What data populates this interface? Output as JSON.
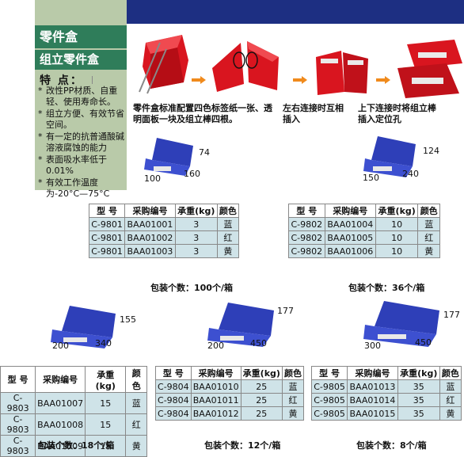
{
  "header": {
    "title": "零件盒",
    "subtitle": "组立零件盒"
  },
  "features": {
    "title": "特  点：",
    "items": [
      "改性PP材质、自重轻、使用寿命长。",
      "组立方便、有效节省空间。",
      "有一定的抗普通酸碱溶液腐蚀的能力",
      "表面吸水率低于0.01%",
      "有效工作温度为-20°C—75°C"
    ]
  },
  "assembly": {
    "caption1": "零件盒标准配置四色标签纸一张、透明面板一块及组立棒四根。",
    "caption2": "左右连接时互相插入",
    "caption3": "上下连接时将组立棒插入定位孔"
  },
  "table_header": {
    "model": "型  号",
    "code": "采购编号",
    "load": "承重(kg)",
    "color": "颜色"
  },
  "products": [
    {
      "dims": [
        "74",
        "100",
        "160"
      ],
      "rows": [
        [
          "C-9801",
          "BAA01001",
          "3",
          "蓝"
        ],
        [
          "C-9801",
          "BAA01002",
          "3",
          "红"
        ],
        [
          "C-9801",
          "BAA01003",
          "3",
          "黄"
        ]
      ],
      "pack": "包装个数：100个/箱"
    },
    {
      "dims": [
        "124",
        "150",
        "240"
      ],
      "rows": [
        [
          "C-9802",
          "BAA01004",
          "10",
          "蓝"
        ],
        [
          "C-9802",
          "BAA01005",
          "10",
          "红"
        ],
        [
          "C-9802",
          "BAA01006",
          "10",
          "黄"
        ]
      ],
      "pack": "包装个数：36个/箱"
    },
    {
      "dims": [
        "155",
        "200",
        "340"
      ],
      "rows": [
        [
          "C-9803",
          "BAA01007",
          "15",
          "蓝"
        ],
        [
          "C-9803",
          "BAA01008",
          "15",
          "红"
        ],
        [
          "C-9803",
          "BAA01009",
          "15",
          "黄"
        ]
      ],
      "pack": "包装个数：18个/箱"
    },
    {
      "dims": [
        "177",
        "200",
        "450"
      ],
      "rows": [
        [
          "C-9804",
          "BAA01010",
          "25",
          "蓝"
        ],
        [
          "C-9804",
          "BAA01011",
          "25",
          "红"
        ],
        [
          "C-9804",
          "BAA01012",
          "25",
          "黄"
        ]
      ],
      "pack": "包装个数：12个/箱"
    },
    {
      "dims": [
        "177",
        "300",
        "450"
      ],
      "rows": [
        [
          "C-9805",
          "BAA01013",
          "35",
          "蓝"
        ],
        [
          "C-9805",
          "BAA01014",
          "35",
          "红"
        ],
        [
          "C-9805",
          "BAA01015",
          "35",
          "黄"
        ]
      ],
      "pack": "包装个数：8个/箱"
    }
  ],
  "colors": {
    "bar": "#1d2f82",
    "side": "#b9caa9",
    "title_bg": "#2f7d5a",
    "row_bg": "#cfe3e8",
    "box_blue": "#2e3fb8",
    "box_red": "#d9151f",
    "arrow": "#f08a1c"
  }
}
